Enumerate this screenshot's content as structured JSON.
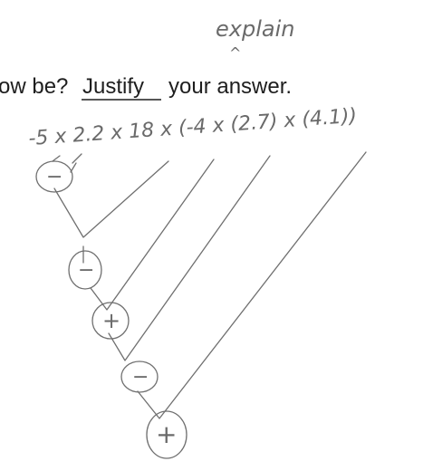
{
  "annotation": {
    "word": "explain",
    "caret": "^"
  },
  "question": {
    "fragment": "ow be?",
    "keyword": "Justify",
    "rest": "your answer."
  },
  "expression": {
    "text": "-5 x 2.2 x 18 x (-4 x (2.7) x (4.1))"
  },
  "sign_circles": [
    "−",
    "−",
    "+",
    "−",
    "+"
  ]
}
